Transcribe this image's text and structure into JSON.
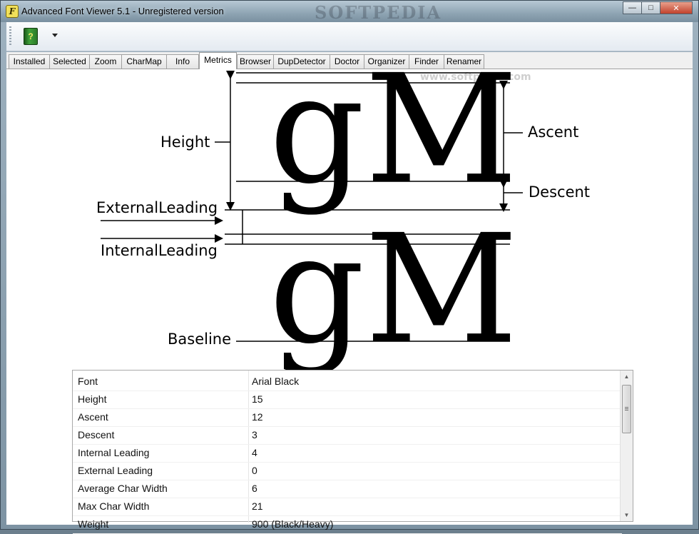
{
  "window": {
    "title": "Advanced Font Viewer 5.1 - Unregistered version",
    "watermark": "SOFTPEDIA",
    "app_icon": "F",
    "controls": {
      "minimize": "—",
      "maximize": "□",
      "close": "✕"
    }
  },
  "toolbar": {
    "book_icon": "?",
    "dropdown_icon": "chevron-down-icon"
  },
  "tabs": [
    {
      "label": "Installed"
    },
    {
      "label": "Selected"
    },
    {
      "label": "Zoom"
    },
    {
      "label": "CharMap"
    },
    {
      "label": "Info"
    },
    {
      "label": "Metrics",
      "active": true
    },
    {
      "label": "Browser"
    },
    {
      "label": "DupDetector"
    },
    {
      "label": "Doctor"
    },
    {
      "label": "Organizer"
    },
    {
      "label": "Finder"
    },
    {
      "label": "Renamer"
    }
  ],
  "diagram": {
    "sample": "gM",
    "labels": {
      "height": "Height",
      "ascent": "Ascent",
      "descent": "Descent",
      "external_leading": "ExternalLeading",
      "internal_leading": "InternalLeading",
      "baseline": "Baseline"
    },
    "watermark_small": "www.softpedia.com"
  },
  "properties": [
    {
      "name": "Font",
      "value": "Arial Black"
    },
    {
      "name": "Height",
      "value": "15"
    },
    {
      "name": "Ascent",
      "value": "12"
    },
    {
      "name": "Descent",
      "value": "3"
    },
    {
      "name": "Internal Leading",
      "value": "4"
    },
    {
      "name": "External Leading",
      "value": "0"
    },
    {
      "name": "Average Char Width",
      "value": "6"
    },
    {
      "name": "Max Char Width",
      "value": "21"
    },
    {
      "name": "Weight",
      "value": "900 (Black/Heavy)"
    }
  ]
}
